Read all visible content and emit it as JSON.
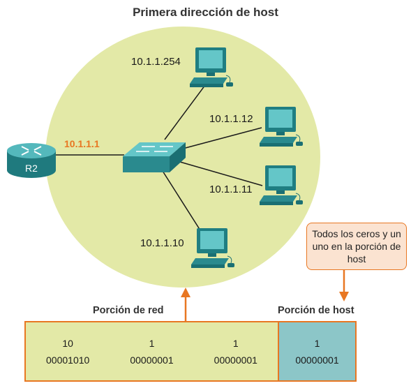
{
  "title": "Primera dirección de host",
  "router": {
    "label": "R2",
    "interface_ip": "10.1.1.1"
  },
  "hosts": [
    {
      "ip": "10.1.1.254"
    },
    {
      "ip": "10.1.1.12"
    },
    {
      "ip": "10.1.1.11"
    },
    {
      "ip": "10.1.1.10"
    }
  ],
  "callout": {
    "text": "Todos los ceros y un uno en la porción de host"
  },
  "labels": {
    "network_portion": "Porción de red",
    "host_portion": "Porción de host"
  },
  "address": {
    "octets": [
      {
        "decimal": "10",
        "binary": "00001010",
        "portion": "network"
      },
      {
        "decimal": "1",
        "binary": "00000001",
        "portion": "network"
      },
      {
        "decimal": "1",
        "binary": "00000001",
        "portion": "network"
      },
      {
        "decimal": "1",
        "binary": "00000001",
        "portion": "host"
      }
    ]
  },
  "colors": {
    "network_fill": "#e3e9a7",
    "host_fill": "#8cc6c8",
    "accent": "#e87722",
    "device": "#2a8a8e"
  }
}
